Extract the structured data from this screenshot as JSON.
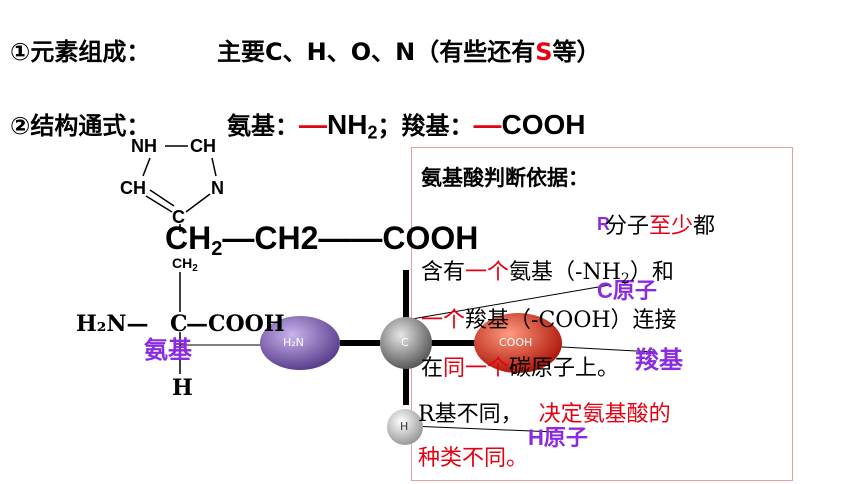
{
  "line1": {
    "label": "①元素组成：",
    "text_a": "主要C、H、O、N（有些还有",
    "text_s": "S",
    "text_b": "等）"
  },
  "line2": {
    "label": "②结构通式：",
    "amino_label": "氨基：",
    "amino_dash": "—",
    "amino_nh": "NH",
    "amino_sub": "2",
    "sep": "；",
    "carboxyl_label": "羧基：",
    "carboxyl_dash": "—",
    "carboxyl_cooh": "COOH"
  },
  "ring": {
    "nh": "NH",
    "ch_top": "CH",
    "ch_left": "CH",
    "n": "N",
    "c": "C"
  },
  "chain": {
    "ch2_big": "CH",
    "ch2_sub": "2",
    "rest": "—CH2——COOH",
    "ch2_small": "CH",
    "ch2_small_sub": "2"
  },
  "structure": {
    "h2n": "H₂N—",
    "c": "C",
    "cooh": "—COOH",
    "h": "H"
  },
  "model": {
    "h2n": "H₂N",
    "c": "C",
    "cooh": "COOH",
    "h": "H"
  },
  "labels": {
    "amino": "氨基",
    "carboxyl": "羧基",
    "c_atom": "C原子",
    "h_atom": "H原子",
    "r_mark": "R"
  },
  "box": {
    "title": "氨基酸判断依据：",
    "p1_a": "分子",
    "p1_b": "至少",
    "p1_c": "都",
    "p2_a": "含有",
    "p2_b": "一个",
    "p2_c": "氨基（-NH",
    "p2_sub": "2",
    "p2_d": "）和",
    "p3_a": "一个",
    "p3_b": "羧基（-COOH）连接",
    "p4_a": "在",
    "p4_b": "同一个",
    "p4_c": "碳原子上。",
    "p5_a": "R基不同，",
    "p5_b": "决定氨基酸的",
    "p6": "种类不同。"
  },
  "colors": {
    "red": "#e60012",
    "purple": "#8a2be2",
    "amino_ball": "#7b5ea7",
    "carbon_ball": "#8c8c8c",
    "carboxyl_ball": "#d62a1a",
    "h_ball": "#d8d8d8"
  }
}
